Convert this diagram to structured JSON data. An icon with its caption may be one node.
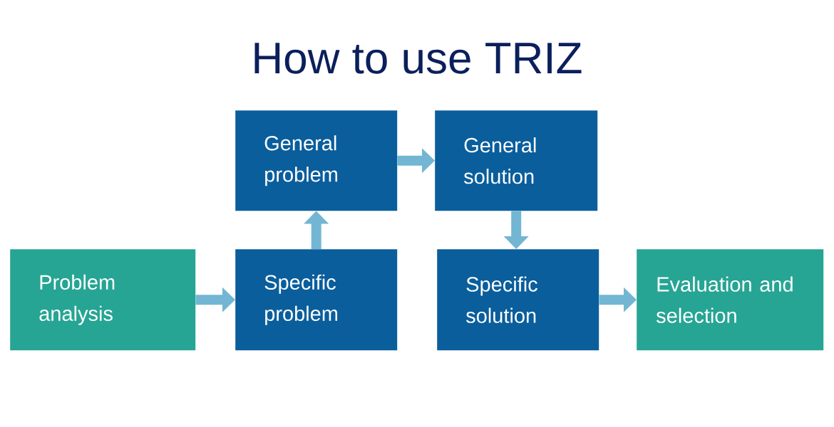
{
  "diagram": {
    "title": "How to use TRIZ",
    "nodes": [
      {
        "text": [
          "Problem analysis"
        ]
      },
      {
        "text": [
          "Specific problem"
        ]
      },
      {
        "text": [
          "General problem"
        ]
      },
      {
        "text": [
          "General solution"
        ]
      },
      {
        "text": [
          "Specific solution"
        ]
      },
      {
        "text": [
          "Evaluation and selection"
        ]
      }
    ],
    "edges": [
      {
        "from": 0,
        "to": 1,
        "arrow": "to"
      },
      {
        "from": 1,
        "to": 2,
        "arrow": "to"
      },
      {
        "from": 2,
        "to": 3,
        "arrow": "to"
      },
      {
        "from": 3,
        "to": 4,
        "arrow": "to"
      },
      {
        "from": 4,
        "to": 5,
        "arrow": "to"
      }
    ]
  }
}
